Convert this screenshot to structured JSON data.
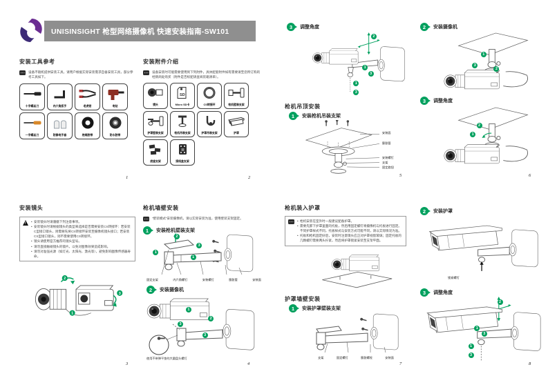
{
  "header": {
    "title": "UNISINSIGHT 枪型网络摄像机 快速安装指南-SW101"
  },
  "colors": {
    "accent": "#00a05e",
    "header_bg": "#8f8f8f",
    "logo_purple": "#5b2d8e"
  },
  "p1": {
    "no": "1",
    "title": "安装工具参考",
    "note": "设备不随机提供安装工具，请用户根据实际安装需求自备安装工具，部分参考工具如下。",
    "tools": [
      {
        "label": "十字螺丝刀"
      },
      {
        "label": "内六角扳手"
      },
      {
        "label": "老虎钳"
      },
      {
        "label": "电钻"
      },
      {
        "label": "一字螺丝刀"
      },
      {
        "label": "防静电手套"
      },
      {
        "label": "绝缘胶带"
      },
      {
        "label": "防水胶带"
      }
    ]
  },
  "p2": {
    "no": "2",
    "title": "安装附件介绍",
    "note": "设备安装时可能需要使用到下列附件，具体配套附件如有需要请至您所订购的经销商处购买（附件是否标配请查阅装箱清单）。",
    "sd": "SD",
    "items": [
      {
        "label": "镜头"
      },
      {
        "label": "Micro SD卡"
      },
      {
        "label": "CS转接环"
      },
      {
        "label": "枪机壁装支架"
      },
      {
        "label": "护罩壁装支架"
      },
      {
        "label": "枪机吊装支架"
      },
      {
        "label": "护罩吊装支架"
      },
      {
        "label": "护罩"
      },
      {
        "label": "底座支架"
      },
      {
        "label": "接线盒支架"
      }
    ]
  },
  "p3": {
    "no": "3",
    "title": "安装镜头",
    "warn": [
      "安装镜头时请遵循下列注意事项。",
      "安装镜头时请根据镜头的类型来选择是否需要安装CS转接环：若安装C型接口镜头，则需要先将CS转接环安装至摄像机镜头接口；若安装CS型接口镜头，则不需要使用CS转接环。",
      "镜头请使用官方推荐的镜头型号。",
      "请勿直接触碰镜头的镜片，以免对图像效果造成影响。",
      "请勿对准强光源（如灯光、太阳光、激光等），避免影响图像传感器寿命。"
    ]
  },
  "p4": {
    "no": "4",
    "title": "枪机墙壁安装",
    "note": "“壁装模式”安装摄像机，请以实际安装为准，使用壁装支架固定。",
    "steps": [
      {
        "n": "1",
        "label": "安装枪机壁装支架"
      },
      {
        "n": "2",
        "label": "安装摄像机"
      }
    ],
    "labels": [
      "固定支架",
      "内六角螺钉",
      "安装螺钉",
      "膨胀管",
      "安装面"
    ],
    "caption": "使用不带弹平垫的大圆盘头螺钉",
    "fig1_markers": [
      {
        "n": "2",
        "x": 27,
        "y": 8
      },
      {
        "n": "1",
        "x": 9,
        "y": 44
      },
      {
        "n": "3",
        "x": 46,
        "y": 28
      },
      {
        "n": "1",
        "x": 41,
        "y": 54
      }
    ],
    "fig2_markers": [
      {
        "n": "1",
        "x": 37,
        "y": 26
      },
      {
        "n": "2",
        "x": 56,
        "y": 40
      },
      {
        "n": "3",
        "x": 30,
        "y": 49
      },
      {
        "n": "3",
        "x": 51,
        "y": 67
      }
    ]
  },
  "p5": {
    "no": "5",
    "step3": {
      "n": "3",
      "label": "调整角度"
    },
    "title": "枪机吊顶安装",
    "step1": {
      "n": "1",
      "label": "安装枪机吊装支架"
    },
    "callouts": [
      "安装面",
      "膨胀管",
      "安装螺钉",
      "支架",
      "固定旋钮"
    ],
    "fig1_markers": [
      {
        "n": "2",
        "x": 64,
        "y": 7
      },
      {
        "n": "1",
        "x": 55,
        "y": 53
      },
      {
        "n": "3",
        "x": 61,
        "y": 62
      },
      {
        "n": "1",
        "x": 46,
        "y": 77
      },
      {
        "n": "3",
        "x": 46,
        "y": 90
      }
    ]
  },
  "p6": {
    "no": "6",
    "step2": {
      "n": "2",
      "label": "安装摄像机"
    },
    "step3": {
      "n": "3",
      "label": "调整角度"
    },
    "fig1_markers": [
      {
        "n": "1",
        "x": 46,
        "y": 36
      },
      {
        "n": "3",
        "x": 38,
        "y": 53
      },
      {
        "n": "2",
        "x": 58,
        "y": 58
      }
    ],
    "fig2_markers": [
      {
        "n": "2",
        "x": 42,
        "y": 31
      },
      {
        "n": "1",
        "x": 36,
        "y": 45
      }
    ]
  },
  "p7": {
    "no": "7",
    "title": "枪机装入护罩",
    "note": [
      "枪机安装在室外时一般建议配备护罩。",
      "需要先卸下护罩里面的托板，然后用固定螺钉将摄像机与托板进行固定。不同护罩样式不同，托板样式与安装方式可能不同，请以实际情况为准。",
      "托板和枪机固定好后，安装时注意镜头应正对护罩视窗玻璃；固定托板的几颗螺钉需要两头拧紧，然后将护罩锁紧安装至支架平面。"
    ],
    "title2": "护罩墙壁安装",
    "step1": {
      "n": "1",
      "label": "安装护罩壁装支架"
    },
    "labels": [
      "支架",
      "固定螺钉",
      "膨胀螺栓",
      "安装面"
    ]
  },
  "p8": {
    "no": "8",
    "step2": {
      "n": "2",
      "label": "安装护罩"
    },
    "lock": "锁紧螺钉",
    "step3": {
      "n": "3",
      "label": "调整角度"
    },
    "fig2_markers": [
      {
        "n": "2",
        "x": 62,
        "y": 8
      },
      {
        "n": "1",
        "x": 43,
        "y": 47
      },
      {
        "n": "3",
        "x": 49,
        "y": 55
      },
      {
        "n": "1",
        "x": 38,
        "y": 73
      },
      {
        "n": "3",
        "x": 38,
        "y": 87
      }
    ]
  }
}
